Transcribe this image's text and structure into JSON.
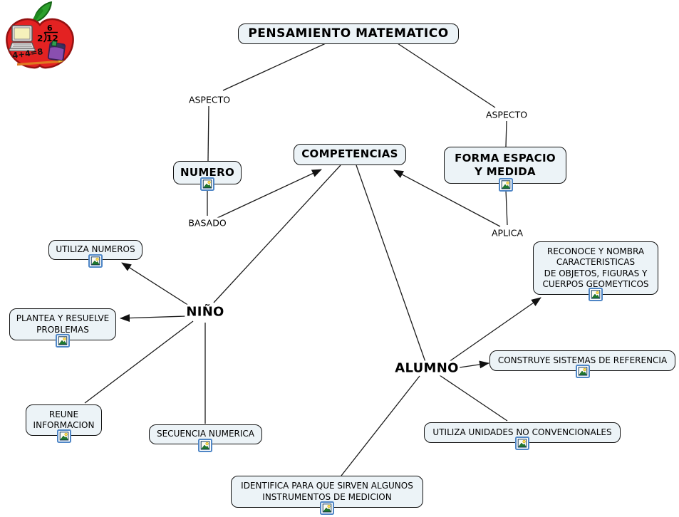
{
  "nodes": {
    "title": "PENSAMIENTO MATEMATICO",
    "aspecto_left": "ASPECTO",
    "aspecto_right": "ASPECTO",
    "numero": "NUMERO",
    "competencias": "COMPETENCIAS",
    "forma": "FORMA ESPACIO\nY MEDIDA",
    "basado": "BASADO",
    "aplica": "APLICA",
    "nino": "NIÑO",
    "alumno": "ALUMNO",
    "utiliza_numeros": "UTILIZA NUMEROS",
    "plantea": "PLANTEA Y RESUELVE\nPROBLEMAS",
    "reune": "REUNE\nINFORMACION",
    "secuencia": "SECUENCIA NUMERICA",
    "reconoce": "RECONOCE Y NOMBRA\nCARACTERISTICAS\nDE OBJETOS, FIGURAS Y\nCUERPOS GEOMEYTICOS",
    "construye": "CONSTRUYE SISTEMAS DE REFERENCIA",
    "unidades": "UTILIZA UNIDADES NO CONVENCIONALES",
    "identifica": "IDENTIFICA PARA QUE SIRVEN ALGUNOS\nINSTRUMENTOS DE MEDICION"
  },
  "logo": {
    "quotient": "6",
    "divisor": "2",
    "dividend": "12",
    "sum": "4+4=8"
  },
  "icons": {
    "image_icon": "picture-placeholder"
  },
  "colors": {
    "box_fill": "#ecf3f7",
    "box_border": "#111111",
    "line": "#1b1b1b",
    "apple_red": "#e32222",
    "leaf_green": "#2ca02c"
  },
  "edges": [
    {
      "from": "PENSAMIENTO MATEMATICO",
      "label": "ASPECTO",
      "to": "NUMERO",
      "arrow": false
    },
    {
      "from": "PENSAMIENTO MATEMATICO",
      "label": "ASPECTO",
      "to": "FORMA ESPACIO Y MEDIDA",
      "arrow": false
    },
    {
      "from": "NUMERO",
      "label": "BASADO",
      "to": "COMPETENCIAS",
      "arrow": true
    },
    {
      "from": "FORMA ESPACIO Y MEDIDA",
      "label": "APLICA",
      "to": "COMPETENCIAS",
      "arrow": true
    },
    {
      "from": "COMPETENCIAS",
      "label": "",
      "to": "NIÑO",
      "arrow": false
    },
    {
      "from": "COMPETENCIAS",
      "label": "",
      "to": "ALUMNO",
      "arrow": false
    },
    {
      "from": "NIÑO",
      "label": "",
      "to": "UTILIZA NUMEROS",
      "arrow": true
    },
    {
      "from": "NIÑO",
      "label": "",
      "to": "PLANTEA Y RESUELVE PROBLEMAS",
      "arrow": true
    },
    {
      "from": "NIÑO",
      "label": "",
      "to": "REUNE INFORMACION",
      "arrow": false
    },
    {
      "from": "NIÑO",
      "label": "",
      "to": "SECUENCIA NUMERICA",
      "arrow": false
    },
    {
      "from": "ALUMNO",
      "label": "",
      "to": "RECONOCE Y NOMBRA CARACTERISTICAS DE OBJETOS, FIGURAS Y CUERPOS GEOMEYTICOS",
      "arrow": true
    },
    {
      "from": "ALUMNO",
      "label": "",
      "to": "CONSTRUYE SISTEMAS DE REFERENCIA",
      "arrow": true
    },
    {
      "from": "ALUMNO",
      "label": "",
      "to": "UTILIZA UNIDADES NO CONVENCIONALES",
      "arrow": false
    },
    {
      "from": "ALUMNO",
      "label": "",
      "to": "IDENTIFICA PARA QUE SIRVEN ALGUNOS INSTRUMENTOS DE MEDICION",
      "arrow": false
    }
  ]
}
